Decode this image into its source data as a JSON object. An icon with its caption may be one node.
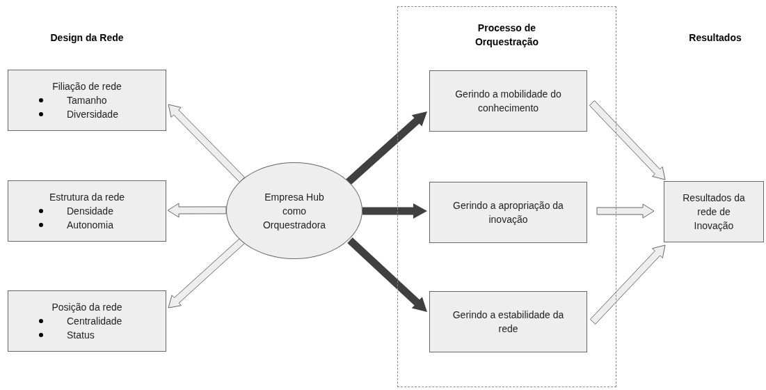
{
  "diagram": {
    "nodes": [
      {
        "text": [
          "Filiação de rede",
          "Tamanho",
          "Diversidade"
        ]
      },
      {
        "text": [
          "Estrutura da rede",
          "Densidade",
          "Autonomia"
        ]
      },
      {
        "text": [
          "Posição da rede",
          "Centralidade",
          "Status"
        ]
      },
      {
        "text": [
          "Empresa Hub como Orquestradora"
        ]
      },
      {
        "text": [
          "Processo de Orquestração"
        ]
      },
      {
        "text": [
          "Gerindo a mobilidade do conhecimento"
        ],
        "in": 4
      },
      {
        "text": [
          "Gerindo a apropriação da inovação"
        ],
        "in": 4
      },
      {
        "text": [
          "Gerindo a estabilidade da rede"
        ],
        "in": 4
      },
      {
        "text": [
          "Resultados da rede de Inovação"
        ]
      }
    ],
    "edges": [
      {
        "from": 3,
        "to": 0,
        "arrow": "to"
      },
      {
        "from": 3,
        "to": 1,
        "arrow": "to"
      },
      {
        "from": 3,
        "to": 2,
        "arrow": "to"
      },
      {
        "from": 3,
        "to": 5,
        "arrow": "to",
        "style": "thick",
        "color": "#404040"
      },
      {
        "from": 3,
        "to": 6,
        "arrow": "to",
        "style": "thick",
        "color": "#404040"
      },
      {
        "from": 3,
        "to": 7,
        "arrow": "to",
        "style": "thick",
        "color": "#404040"
      },
      {
        "from": 5,
        "to": 8,
        "arrow": "to"
      },
      {
        "from": 6,
        "to": 8,
        "arrow": "to"
      },
      {
        "from": 7,
        "to": 8,
        "arrow": "to"
      }
    ],
    "labels": [
      "Design da Rede",
      "Resultados"
    ]
  }
}
